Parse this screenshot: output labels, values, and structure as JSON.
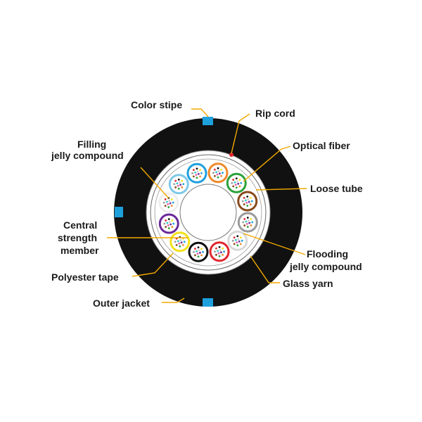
{
  "colors": {
    "jacket": "#111111",
    "stripe": "#1ea0dc",
    "leader": "#f2a900",
    "rip_cord": "#e0282e",
    "fiber_bg": "#ffffff"
  },
  "labels": {
    "color_stripe": "Color stipe",
    "rip_cord": "Rip cord",
    "filling_line1": "Filling",
    "filling_line2": "jelly compound",
    "optical_fiber": "Optical fiber",
    "loose_tube": "Loose tube",
    "central_line1": "Central",
    "central_line2": "strength",
    "central_line3": "member",
    "flooding_line1": "Flooding",
    "flooding_line2": "jelly compound",
    "polyester_tape": "Polyester tape",
    "glass_yarn": "Glass yarn",
    "outer_jacket": "Outer jacket"
  },
  "loose_tubes": [
    {
      "color": "#1ea0dc"
    },
    {
      "color": "#f08a2c"
    },
    {
      "color": "#2aa13c"
    },
    {
      "color": "#8a4a1c"
    },
    {
      "color": "#9a9a9a"
    },
    {
      "color": "#d8d8d8"
    },
    {
      "color": "#e0282e"
    },
    {
      "color": "#111111"
    },
    {
      "color": "#f2e21c"
    },
    {
      "color": "#6a2a9a"
    },
    {
      "color": "#eeeeee"
    },
    {
      "color": "#7ec8e8"
    }
  ],
  "fiber_colors": [
    "#1ea0dc",
    "#f08a2c",
    "#2aa13c",
    "#8a4a1c",
    "#9a9a9a",
    "#e0282e",
    "#111111",
    "#f2e21c",
    "#6a2a9a",
    "#e85ca8",
    "#2ec8c8",
    "#cccccc"
  ]
}
